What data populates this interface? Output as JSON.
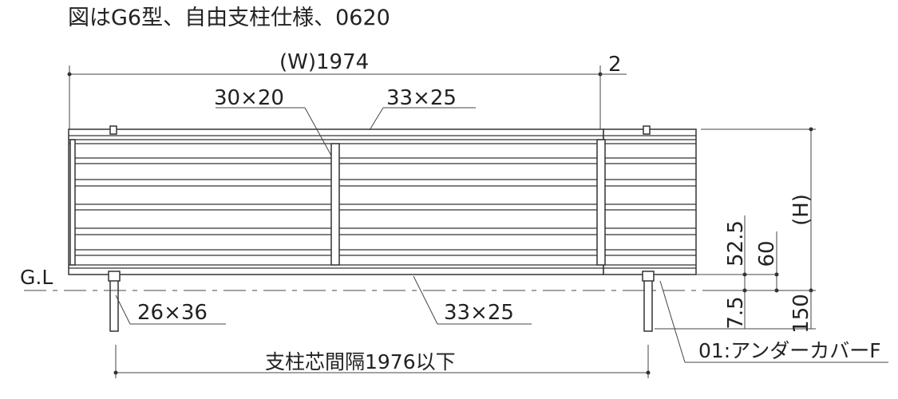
{
  "title": "図はG6型、自由支柱仕様、0620",
  "dimensions": {
    "width": "(W)1974",
    "gap": "2",
    "post_pitch": "支柱芯間隔1976以下",
    "height": "(H)",
    "d_52_5": "52.5",
    "d_60": "60",
    "d_7_5": "7.5",
    "d_150": "150"
  },
  "members": {
    "mid_post": "30×20",
    "top_rail": "33×25",
    "bottom_rail": "33×25",
    "post": "26×36"
  },
  "ground_label": "G.L",
  "option_label": "01:アンダーカバーF"
}
